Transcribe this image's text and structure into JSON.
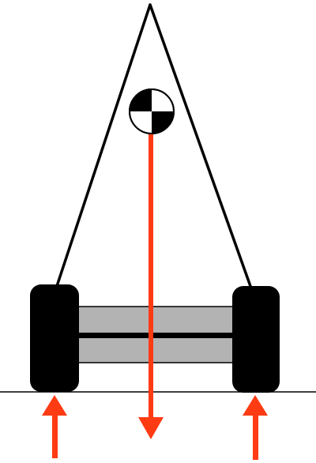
{
  "diagram": {
    "description_labels": [],
    "colors": {
      "background": "#ffffff",
      "outline": "#000000",
      "tire": "#000000",
      "axle_fill": "#b3b3b3",
      "force_arrow": "#ff3b14",
      "cg_light": "#ffffff",
      "cg_dark": "#000000"
    },
    "elements": {
      "center_of_gravity": "center-of-gravity-marker",
      "weight_force": "downward-weight-arrow",
      "left_reaction": "upward-reaction-arrow-left",
      "right_reaction": "upward-reaction-arrow-right"
    }
  }
}
